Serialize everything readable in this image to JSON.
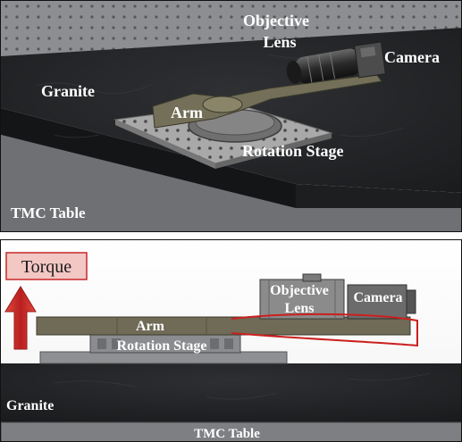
{
  "top_view": {
    "labels": {
      "objective_lens_line1": "Objective",
      "objective_lens_line2": "Lens",
      "camera": "Camera",
      "granite": "Granite",
      "arm": "Arm",
      "rotation_stage": "Rotation Stage",
      "tmc_table": "TMC Table"
    }
  },
  "side_view": {
    "labels": {
      "torque": "Torque",
      "objective_lens_line1": "Objective",
      "objective_lens_line2": "Lens",
      "camera": "Camera",
      "arm": "Arm",
      "rotation_stage": "Rotation Stage",
      "granite": "Granite",
      "tmc_table": "TMC Table"
    }
  },
  "colors": {
    "granite": "#222426",
    "tmc_table": "#6b6d70",
    "arm": "#6e6a54",
    "plate": "#9a9a9a",
    "torque_arrow": "#c62828",
    "torque_box": "#f2c7c4",
    "deflection_curve": "#cc1f1f"
  }
}
